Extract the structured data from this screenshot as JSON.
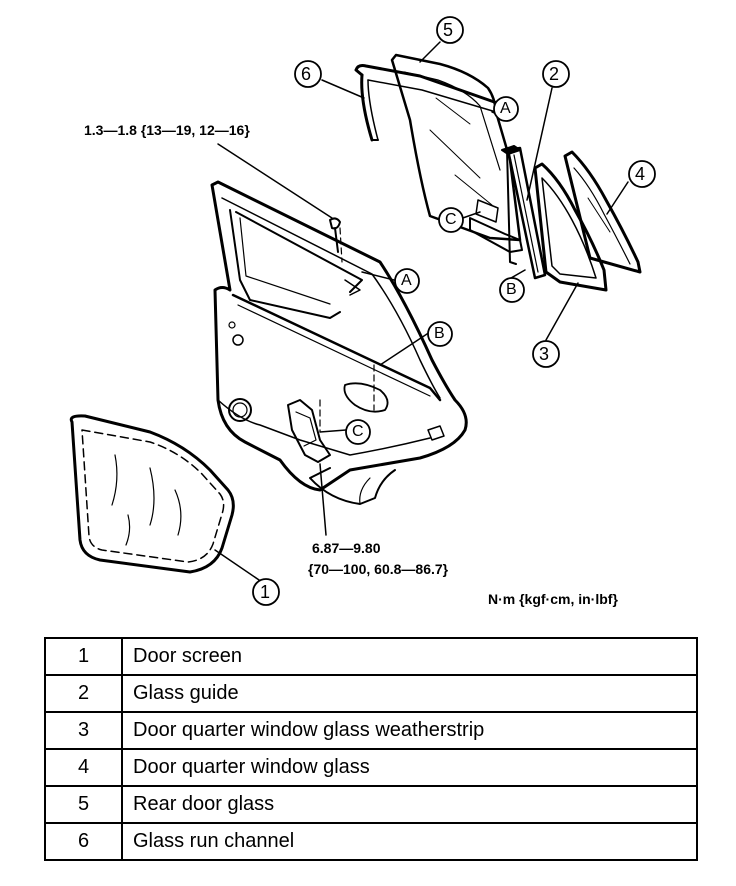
{
  "callouts": {
    "c1": "1",
    "c2": "2",
    "c3": "3",
    "c4": "4",
    "c5": "5",
    "c6": "6"
  },
  "refs": {
    "a": "A",
    "b": "B",
    "c": "C"
  },
  "torque": {
    "bolt_spec": "1.3—1.8 {13—19, 12—16}",
    "nut_spec_line1": "6.87—9.80",
    "nut_spec_line2": "{70—100, 60.8—86.7}",
    "units": "N·m {kgf·cm, in·lbf}"
  },
  "parts": [
    {
      "num": "1",
      "name": "Door screen"
    },
    {
      "num": "2",
      "name": "Glass guide"
    },
    {
      "num": "3",
      "name": "Door quarter window glass weatherstrip"
    },
    {
      "num": "4",
      "name": "Door quarter window glass"
    },
    {
      "num": "5",
      "name": "Rear door glass"
    },
    {
      "num": "6",
      "name": "Glass run channel"
    }
  ],
  "colors": {
    "line": "#000000",
    "background": "#ffffff"
  }
}
